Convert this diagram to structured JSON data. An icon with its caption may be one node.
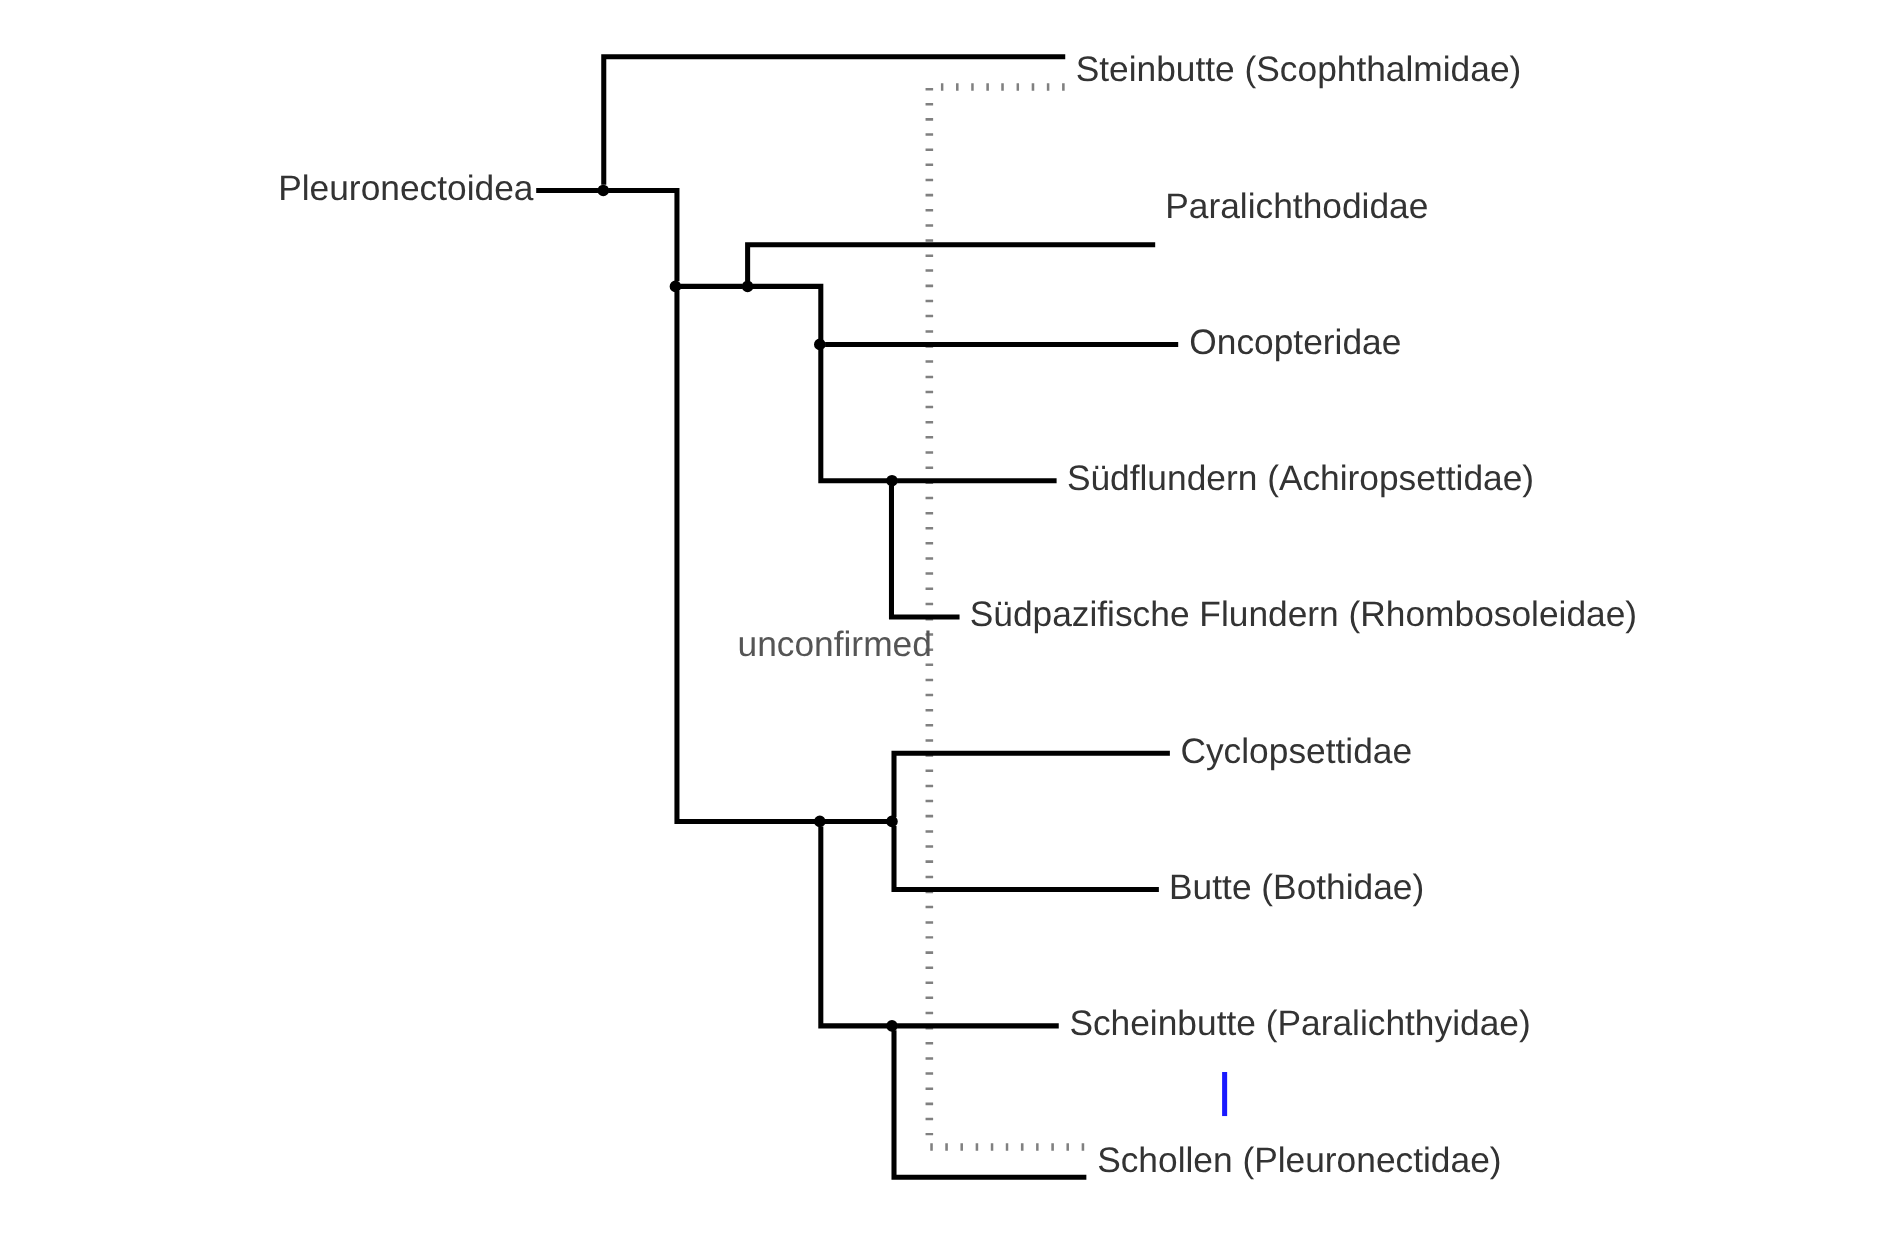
{
  "diagram": {
    "nodes": [
      {
        "text": [
          "Pleuronectoidea"
        ]
      },
      {
        "text": [],
        "shape": "point"
      },
      {
        "text": [
          "Steinbutte (Scophthalmidae)"
        ]
      },
      {
        "text": [],
        "shape": "point"
      },
      {
        "text": [],
        "shape": "point"
      },
      {
        "text": [
          "Paralichthodidae"
        ]
      },
      {
        "text": [],
        "shape": "point"
      },
      {
        "text": [
          "Oncopteridae"
        ]
      },
      {
        "text": [],
        "shape": "point"
      },
      {
        "text": [
          "Südflundern (Achiropsettidae)"
        ]
      },
      {
        "text": [
          "Südpazifische Flundern (Rhombosoleidae)"
        ]
      },
      {
        "text": [],
        "shape": "point"
      },
      {
        "text": [],
        "shape": "point"
      },
      {
        "text": [
          "Cyclopsettidae"
        ]
      },
      {
        "text": [
          "Butte (Bothidae)"
        ]
      },
      {
        "text": [],
        "shape": "point"
      },
      {
        "text": [
          "Scheinbutte (Paralichthyidae)"
        ]
      },
      {
        "text": [
          "Schollen (Pleuronectidae)"
        ]
      }
    ],
    "edges": [
      {
        "from": 0,
        "to": 1,
        "arrow": "none"
      },
      {
        "from": 1,
        "to": 2,
        "arrow": "none"
      },
      {
        "from": 1,
        "to": 3,
        "arrow": "none"
      },
      {
        "from": 3,
        "to": 4,
        "arrow": "none"
      },
      {
        "from": 4,
        "to": 5,
        "arrow": "none"
      },
      {
        "from": 4,
        "to": 6,
        "arrow": "none"
      },
      {
        "from": 6,
        "to": 7,
        "arrow": "none"
      },
      {
        "from": 6,
        "to": 8,
        "arrow": "none"
      },
      {
        "from": 8,
        "to": 9,
        "arrow": "none"
      },
      {
        "from": 8,
        "to": 10,
        "arrow": "none"
      },
      {
        "from": 3,
        "to": 11,
        "arrow": "none"
      },
      {
        "from": 11,
        "to": 12,
        "arrow": "none"
      },
      {
        "from": 12,
        "to": 13,
        "arrow": "none"
      },
      {
        "from": 12,
        "to": 14,
        "arrow": "none"
      },
      {
        "from": 11,
        "to": 15,
        "arrow": "none"
      },
      {
        "from": 15,
        "to": 16,
        "arrow": "none"
      },
      {
        "from": 15,
        "to": 17,
        "arrow": "none"
      },
      {
        "from": 2,
        "to": 17,
        "arrow": "none",
        "label": "unconfirmed",
        "style": "dashed",
        "color": "#808080"
      },
      {
        "from": 16,
        "to": 17,
        "arrow": "none",
        "color": "#1a1aff"
      }
    ]
  }
}
